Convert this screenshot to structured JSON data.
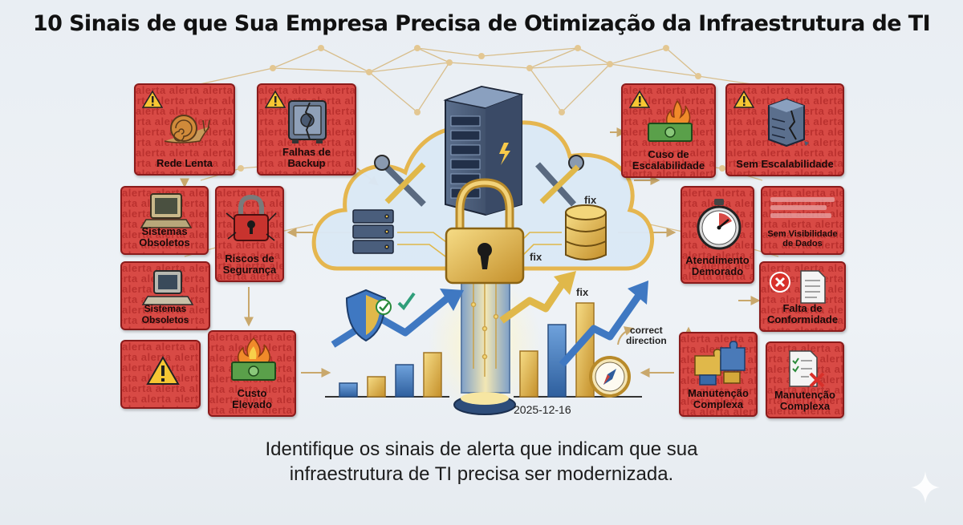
{
  "title": "10 Sinais de que Sua Empresa Precisa de Otimização da Infraestrutura de TI",
  "subtitle": {
    "line1": "Identifique os sinais de alerta que indicam que sua",
    "line2": "infraestrutura de TI precisa ser modernizada."
  },
  "background_word": "alerta",
  "date": "2025-12-16",
  "fix_tag": "fix",
  "direction_tag": {
    "line1": "correct",
    "line2": "direction"
  },
  "colors": {
    "card": "#d84a45",
    "card_border": "#8a1b1b",
    "connector": "#c9a86c",
    "arrow_blue": "#3f78c2",
    "gold": "#e0b84a"
  },
  "cards": [
    {
      "id": "rede-lenta",
      "lines": [
        "Rede Lenta"
      ],
      "icon": "snail-icon"
    },
    {
      "id": "falhas-backup",
      "lines": [
        "Falhas de",
        "Backup"
      ],
      "icon": "broken-safe-icon"
    },
    {
      "id": "sistemas-obsoletos-1",
      "lines": [
        "Sistemas",
        "Obsoletos"
      ],
      "icon": "old-computer-icon"
    },
    {
      "id": "riscos-seguranca",
      "lines": [
        "Riscos de",
        "Segurança"
      ],
      "icon": "padlock-icon"
    },
    {
      "id": "sistemas-obsoletos-2",
      "lines": [
        "Sistemas Obsoletos"
      ],
      "icon": "old-computer-icon"
    },
    {
      "id": "alerta",
      "lines": [],
      "icon": "warning-icon"
    },
    {
      "id": "custo-elevado",
      "lines": [
        "Custo",
        "Elevado"
      ],
      "icon": "burning-money-icon"
    },
    {
      "id": "cuso-escalabilidade",
      "lines": [
        "Cuso de",
        "Escalabilidade"
      ],
      "icon": "burning-money-icon"
    },
    {
      "id": "sem-escalabilidade",
      "lines": [
        "Sem Escalabilidade"
      ],
      "icon": "cracked-server-icon"
    },
    {
      "id": "atendimento-demorado",
      "lines": [
        "Atendimento",
        "Demorado"
      ],
      "icon": "stopwatch-icon"
    },
    {
      "id": "sem-visibilidade",
      "lines": [
        "Sem Visibilidade",
        "de Dados"
      ],
      "icon": "blurred-data-icon"
    },
    {
      "id": "falta-conformidade",
      "lines": [
        "Falta de",
        "Conformidade"
      ],
      "icon": "document-x-icon"
    },
    {
      "id": "manutencao-complexa-1",
      "lines": [
        "Manutenção",
        "Complexa"
      ],
      "icon": "puzzle-icon"
    },
    {
      "id": "manutencao-complexa-2",
      "lines": [
        "Manutenção",
        "Complexa"
      ],
      "icon": "checklist-x-icon"
    }
  ]
}
